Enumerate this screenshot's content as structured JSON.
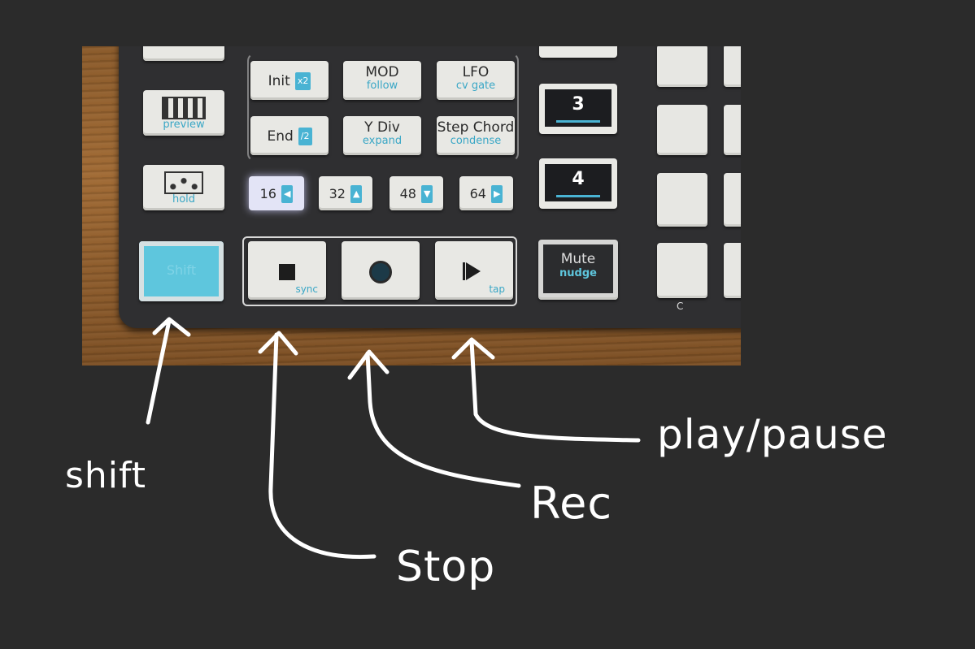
{
  "controller": {
    "top_keys": {
      "init": {
        "label": "Init",
        "tag": "x2"
      },
      "end": {
        "label": "End",
        "tag": "/2"
      },
      "mod": {
        "label": "MOD",
        "sub": "follow"
      },
      "ydiv": {
        "label": "Y Div",
        "sub": "expand"
      },
      "lfo": {
        "label": "LFO",
        "sub": "cv gate"
      },
      "stepchord": {
        "label": "Step Chord",
        "sub": "condense"
      }
    },
    "left_keys": {
      "preview": "preview",
      "hold": "hold"
    },
    "length_keys": [
      "16",
      "32",
      "48",
      "64"
    ],
    "number_keys": [
      "3",
      "4"
    ],
    "transport": {
      "shift": "Shift",
      "stop_sub": "sync",
      "play_sub": "tap"
    },
    "mute": {
      "label": "Mute",
      "sub": "nudge"
    },
    "grid_label": "C"
  },
  "annotations": {
    "shift": "shift",
    "stop": "Stop",
    "rec": "Rec",
    "play_pause": "play/pause"
  },
  "colors": {
    "background": "#2b2b2b",
    "accent": "#49b3d3",
    "annotation": "#ffffff"
  }
}
